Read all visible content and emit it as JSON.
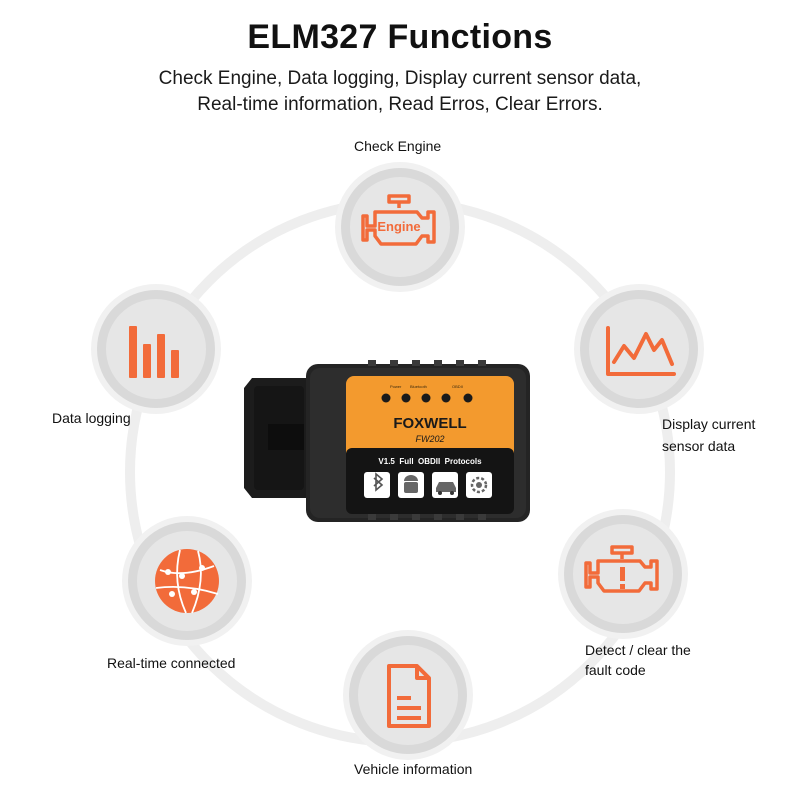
{
  "header": {
    "title": "ELM327 Functions",
    "subtitle_line1": "Check Engine, Data logging, Display current sensor data,",
    "subtitle_line2": "Real-time information, Read Erros, Clear Errors."
  },
  "features": {
    "check_engine": {
      "label": "Check Engine",
      "icon": "engine-icon",
      "icon_text": "Engine"
    },
    "data_logging": {
      "label": "Data logging",
      "icon": "bar-chart-icon"
    },
    "display_sensor": {
      "label_line1": "Display current",
      "label_line2": "sensor data",
      "icon": "line-graph-icon"
    },
    "realtime": {
      "label": "Real-time connected",
      "icon": "globe-icon"
    },
    "fault_code": {
      "label_line1": "Detect / clear the",
      "label_line2": "fault code",
      "icon": "engine-warning-icon"
    },
    "vehicle_info": {
      "label": "Vehicle information",
      "icon": "document-icon"
    }
  },
  "device": {
    "brand": "FOXWELL",
    "model": "FW202",
    "protocols": "V1.5  Full  OBDII  Protocols",
    "led_labels": [
      "Power",
      "Bluetooth",
      "OBDII"
    ],
    "icons": [
      "bluetooth-icon",
      "android-icon",
      "car-icon",
      "settings-icon"
    ]
  },
  "colors": {
    "accent": "#f26b3a",
    "circle_fill": "#e6e6e6",
    "ring": "#eeeeee",
    "device_body": "#222222",
    "device_panel": "#f39a2e"
  }
}
